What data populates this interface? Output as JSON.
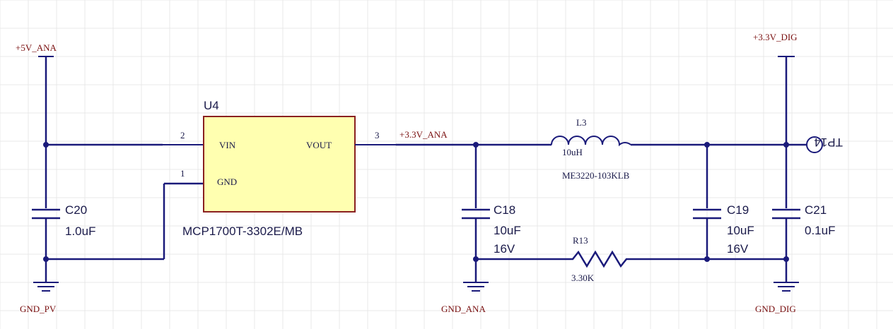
{
  "power_nets": {
    "v5_ana": "+5V_ANA",
    "v33_dig": "+3.3V_DIG",
    "v33_ana": "+3.3V_ANA"
  },
  "ground_nets": {
    "gnd_pv": "GND_PV",
    "gnd_ana": "GND_ANA",
    "gnd_dig": "GND_DIG"
  },
  "u4": {
    "ref": "U4",
    "part": "MCP1700T-3302E/MB",
    "pin_vin": "VIN",
    "pin_gnd": "GND",
    "pin_vout": "VOUT",
    "pin2": "2",
    "pin1": "1",
    "pin3": "3"
  },
  "c20": {
    "ref": "C20",
    "value": "1.0uF"
  },
  "c18": {
    "ref": "C18",
    "value": "10uF",
    "voltage": "16V"
  },
  "c19": {
    "ref": "C19",
    "value": "10uF",
    "voltage": "16V"
  },
  "c21": {
    "ref": "C21",
    "value": "0.1uF"
  },
  "l3": {
    "ref": "L3",
    "value": "10uH",
    "part": "ME3220-103KLB"
  },
  "r13": {
    "ref": "R13",
    "value": "3.30K"
  },
  "tp14": {
    "ref": "TP14"
  },
  "colors": {
    "wire": "#1a1a7a",
    "ic_fill": "#ffffb0",
    "ic_border": "#8a2020",
    "grid": "#e8e8e8"
  }
}
